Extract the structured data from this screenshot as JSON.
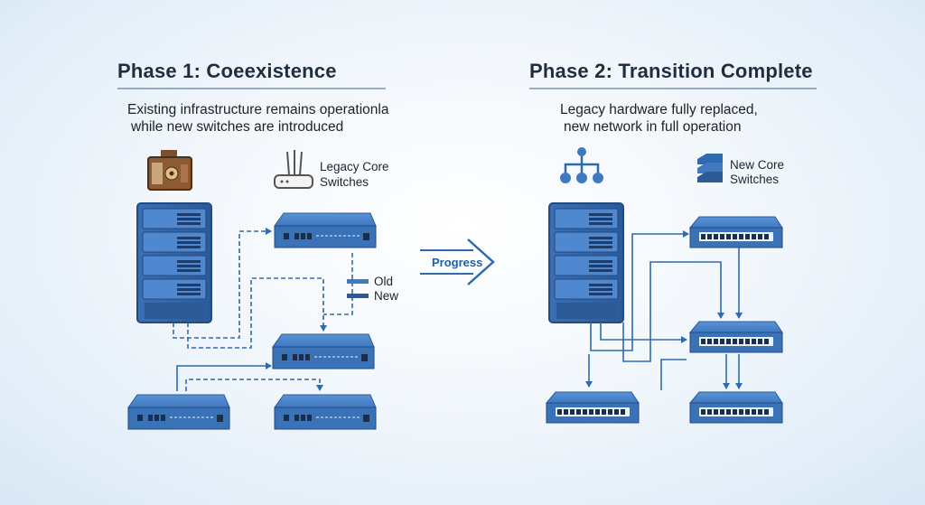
{
  "phase1": {
    "title": "Phase 1: Coeexistence",
    "subtitle_line1": "Existing infrastructure remains operationla",
    "subtitle_line2": "while new switches are introduced",
    "legacy_label_line1": "Legacy Core",
    "legacy_label_line2": "Switches",
    "legend_old": "Old",
    "legend_new": "New"
  },
  "phase2": {
    "title": "Phase 2: Transition Complete",
    "subtitle_line1": "Legacy hardware fully replaced,",
    "subtitle_line2": "new network in full operation",
    "core_label_line1": "New Core",
    "core_label_line2": "Switches"
  },
  "progress_label": "Progress",
  "colors": {
    "device_blue": "#3f79c0",
    "device_dark": "#2b5a96",
    "line_blue": "#2f6ab0",
    "title_rule": "#7a93b0"
  },
  "icons": [
    "legacy-hardware-icon",
    "router-icon",
    "network-tree-icon",
    "stacked-switch-icon",
    "server-rack-icon",
    "network-switch-icon",
    "progress-arrow-icon"
  ]
}
